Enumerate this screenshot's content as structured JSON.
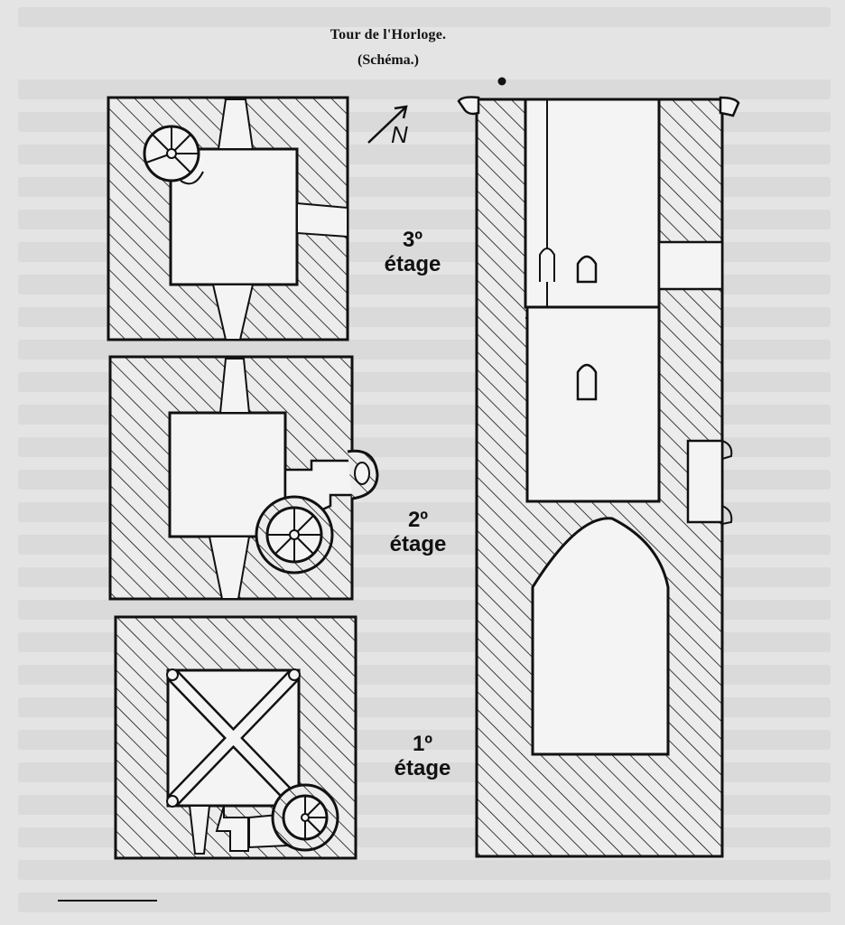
{
  "title": "Tour de l'Horloge.",
  "subtitle": "(Schéma.)",
  "north_label": "N",
  "floors": {
    "third": {
      "num": "3º",
      "word": "étage"
    },
    "second": {
      "num": "2º",
      "word": "étage"
    },
    "first": {
      "num": "1º",
      "word": "étage"
    }
  },
  "colors": {
    "ink": "#111111",
    "paper": "#e4e4e4",
    "room_fill": "#f4f4f4"
  }
}
